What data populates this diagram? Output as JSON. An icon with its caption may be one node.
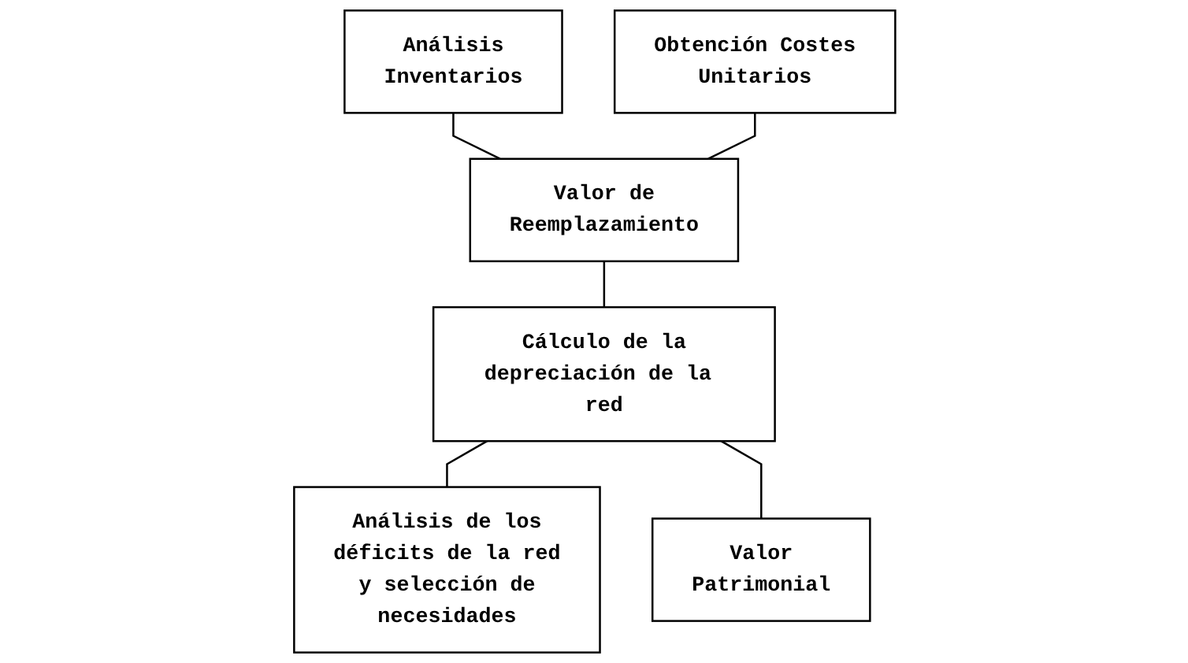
{
  "diagram": {
    "nodes": [
      {
        "text": [
          "Análisis Inventarios"
        ]
      },
      {
        "text": [
          "Obtención Costes Unitarios"
        ]
      },
      {
        "text": [
          "Valor de Reemplazamiento"
        ]
      },
      {
        "text": [
          "Cálculo de la depreciación de la red"
        ]
      },
      {
        "text": [
          "Análisis de los déficits de la red y selección de necesidades"
        ]
      },
      {
        "text": [
          "Valor Patrimonial"
        ]
      }
    ],
    "edges": [
      {
        "from": 0,
        "to": 2,
        "arrow": "none"
      },
      {
        "from": 1,
        "to": 2,
        "arrow": "none"
      },
      {
        "from": 2,
        "to": 3,
        "arrow": "none"
      },
      {
        "from": 3,
        "to": 4,
        "arrow": "none"
      },
      {
        "from": 3,
        "to": 5,
        "arrow": "none"
      }
    ]
  }
}
